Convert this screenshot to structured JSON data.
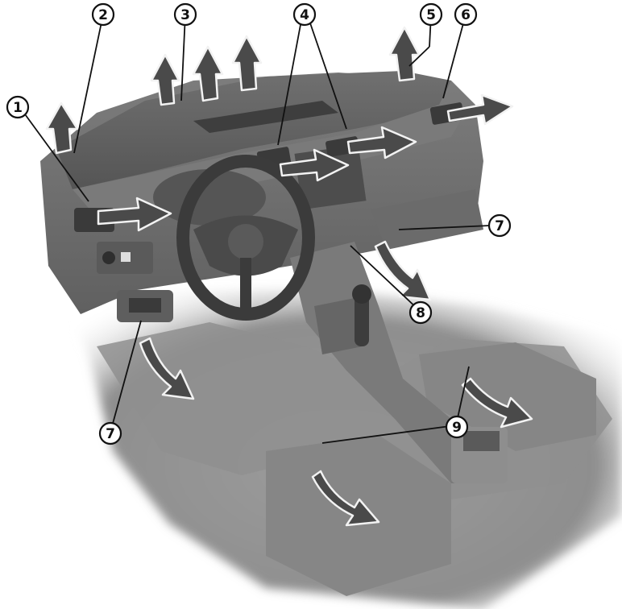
{
  "figure": {
    "subject": "vehicle-interior-ventilation-outlets",
    "callouts": [
      {
        "id": "c1",
        "label": "1"
      },
      {
        "id": "c2",
        "label": "2"
      },
      {
        "id": "c3",
        "label": "3"
      },
      {
        "id": "c4",
        "label": "4"
      },
      {
        "id": "c5",
        "label": "5"
      },
      {
        "id": "c6",
        "label": "6"
      },
      {
        "id": "c7a",
        "label": "7"
      },
      {
        "id": "c7b",
        "label": "7"
      },
      {
        "id": "c8",
        "label": "8"
      },
      {
        "id": "c9",
        "label": "9"
      }
    ],
    "colors": {
      "body": "#8a8a8a",
      "dash_dark": "#5e5e5e",
      "floor": "#9a9a9a",
      "arrow": "#4a4a4a",
      "outline": "#111111"
    }
  }
}
